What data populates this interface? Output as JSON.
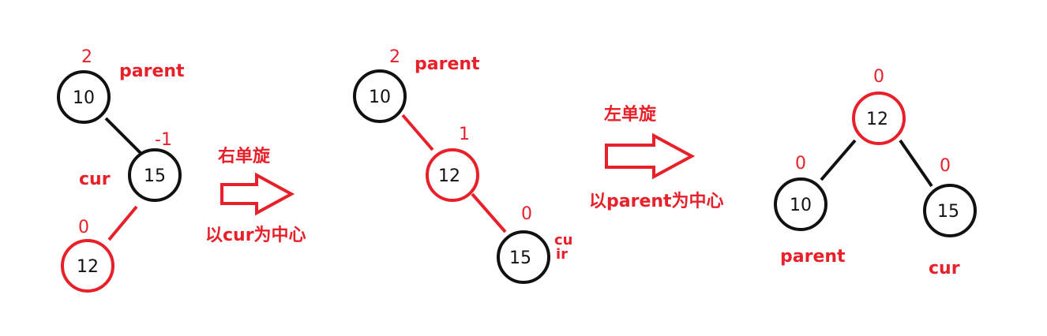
{
  "colors": {
    "red": "#e8202a",
    "black": "#111111",
    "white": "#ffffff"
  },
  "stage1": {
    "nodes": {
      "n10": {
        "value": "10",
        "bf": "2",
        "border": "black"
      },
      "n15": {
        "value": "15",
        "bf": "-1",
        "border": "black"
      },
      "n12": {
        "value": "12",
        "bf": "0",
        "border": "red"
      }
    },
    "labels": {
      "parent": "parent",
      "cur": "cur"
    },
    "edges": [
      {
        "from": "n10",
        "to": "n15",
        "color": "black"
      },
      {
        "from": "n15",
        "to": "n12",
        "color": "red"
      }
    ]
  },
  "step1": {
    "title": "右单旋",
    "caption": "以cur为中心"
  },
  "stage2": {
    "nodes": {
      "n10": {
        "value": "10",
        "bf": "2",
        "border": "black"
      },
      "n12": {
        "value": "12",
        "bf": "1",
        "border": "red"
      },
      "n15": {
        "value": "15",
        "bf": "0",
        "border": "black"
      }
    },
    "labels": {
      "parent": "parent",
      "cur_top": "cu",
      "cur_bottom": "ir"
    },
    "edges": [
      {
        "from": "n10",
        "to": "n12",
        "color": "red"
      },
      {
        "from": "n12",
        "to": "n15",
        "color": "red"
      }
    ]
  },
  "step2": {
    "title": "左单旋",
    "caption": "以parent为中心"
  },
  "stage3": {
    "nodes": {
      "n12": {
        "value": "12",
        "bf": "0",
        "border": "red"
      },
      "n10": {
        "value": "10",
        "bf": "0",
        "border": "black"
      },
      "n15": {
        "value": "15",
        "bf": "0",
        "border": "black"
      }
    },
    "labels": {
      "parent": "parent",
      "cur": "cur"
    },
    "edges": [
      {
        "from": "n12",
        "to": "n10",
        "color": "black"
      },
      {
        "from": "n12",
        "to": "n15",
        "color": "black"
      }
    ]
  }
}
